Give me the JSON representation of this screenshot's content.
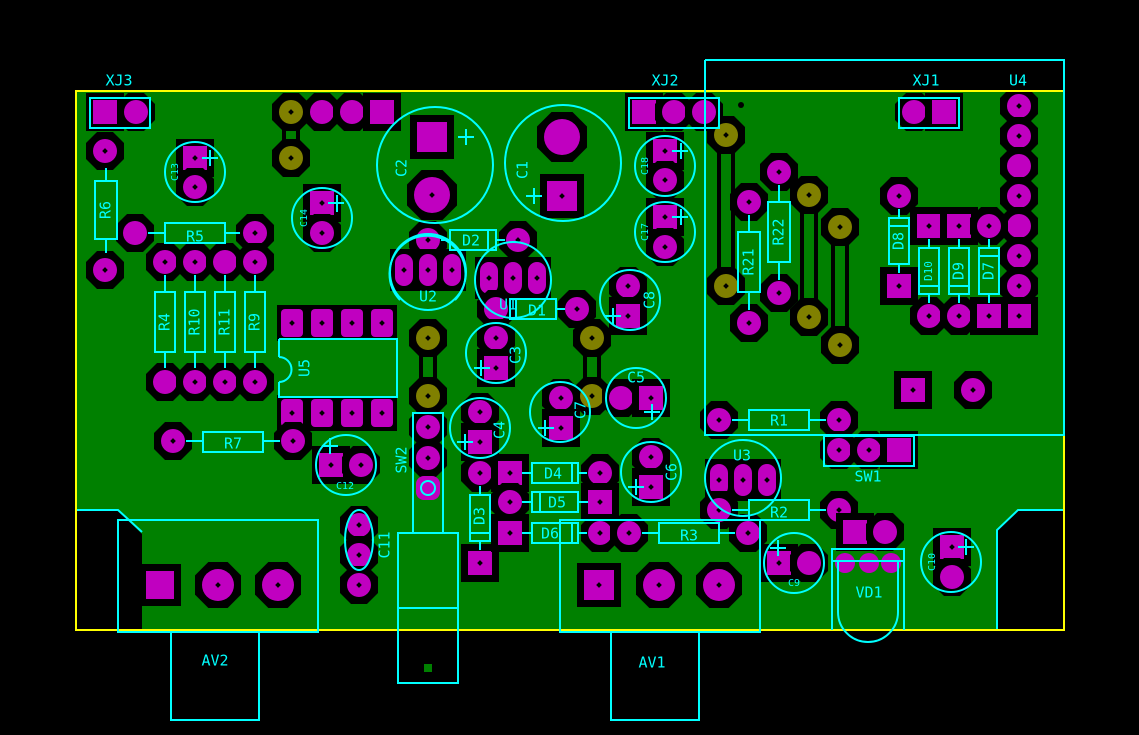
{
  "title": "PCB layout",
  "colors": {
    "background": "#000000",
    "board": "#008000",
    "board_outline": "#ffff00",
    "silkscreen": "#00ffff",
    "pad": "#c000c0",
    "via": "#808000",
    "clearance": "#000000"
  },
  "connectors": [
    {
      "ref": "XJ3",
      "label": "XJ3"
    },
    {
      "ref": "XJ2",
      "label": "XJ2"
    },
    {
      "ref": "XJ1",
      "label": "XJ1"
    },
    {
      "ref": "AV1",
      "label": "AV1"
    },
    {
      "ref": "AV2",
      "label": "AV2"
    }
  ],
  "ics": [
    {
      "ref": "U2",
      "label": "U2"
    },
    {
      "ref": "U1",
      "label": "U1"
    },
    {
      "ref": "U3",
      "label": "U3"
    },
    {
      "ref": "U4",
      "label": "U4"
    },
    {
      "ref": "U5",
      "label": "U5"
    }
  ],
  "resistors": [
    {
      "ref": "R1",
      "label": "R1"
    },
    {
      "ref": "R2",
      "label": "R2"
    },
    {
      "ref": "R3",
      "label": "R3"
    },
    {
      "ref": "R4",
      "label": "R4"
    },
    {
      "ref": "R5",
      "label": "R5"
    },
    {
      "ref": "R6",
      "label": "R6"
    },
    {
      "ref": "R7",
      "label": "R7"
    },
    {
      "ref": "R9",
      "label": "R9"
    },
    {
      "ref": "R10",
      "label": "R10"
    },
    {
      "ref": "R11",
      "label": "R11"
    },
    {
      "ref": "R21",
      "label": "R21"
    },
    {
      "ref": "R22",
      "label": "R22"
    }
  ],
  "capacitors": [
    {
      "ref": "C1",
      "label": "C1"
    },
    {
      "ref": "C2",
      "label": "C2"
    },
    {
      "ref": "C3",
      "label": "C3"
    },
    {
      "ref": "C4",
      "label": "C4"
    },
    {
      "ref": "C5",
      "label": "C5"
    },
    {
      "ref": "C6",
      "label": "C6"
    },
    {
      "ref": "C7",
      "label": "C7"
    },
    {
      "ref": "C8",
      "label": "C8"
    },
    {
      "ref": "C9",
      "label": "C9"
    },
    {
      "ref": "C10",
      "label": "C10"
    },
    {
      "ref": "C11",
      "label": "C11"
    },
    {
      "ref": "C12",
      "label": "C12"
    },
    {
      "ref": "C13",
      "label": "C13"
    },
    {
      "ref": "C14",
      "label": "C14"
    },
    {
      "ref": "C17",
      "label": "C17"
    },
    {
      "ref": "C18",
      "label": "C18"
    }
  ],
  "diodes": [
    {
      "ref": "D1",
      "label": "D1"
    },
    {
      "ref": "D2",
      "label": "D2"
    },
    {
      "ref": "D3",
      "label": "D3"
    },
    {
      "ref": "D4",
      "label": "D4"
    },
    {
      "ref": "D5",
      "label": "D5"
    },
    {
      "ref": "D6",
      "label": "D6"
    },
    {
      "ref": "D7",
      "label": "D7"
    },
    {
      "ref": "D8",
      "label": "D8"
    },
    {
      "ref": "D9",
      "label": "D9"
    },
    {
      "ref": "D10",
      "label": "D10"
    }
  ],
  "switches": [
    {
      "ref": "SW1",
      "label": "SW1"
    },
    {
      "ref": "SW2",
      "label": "SW2"
    }
  ],
  "other": [
    {
      "ref": "VD1",
      "label": "VD1"
    }
  ]
}
